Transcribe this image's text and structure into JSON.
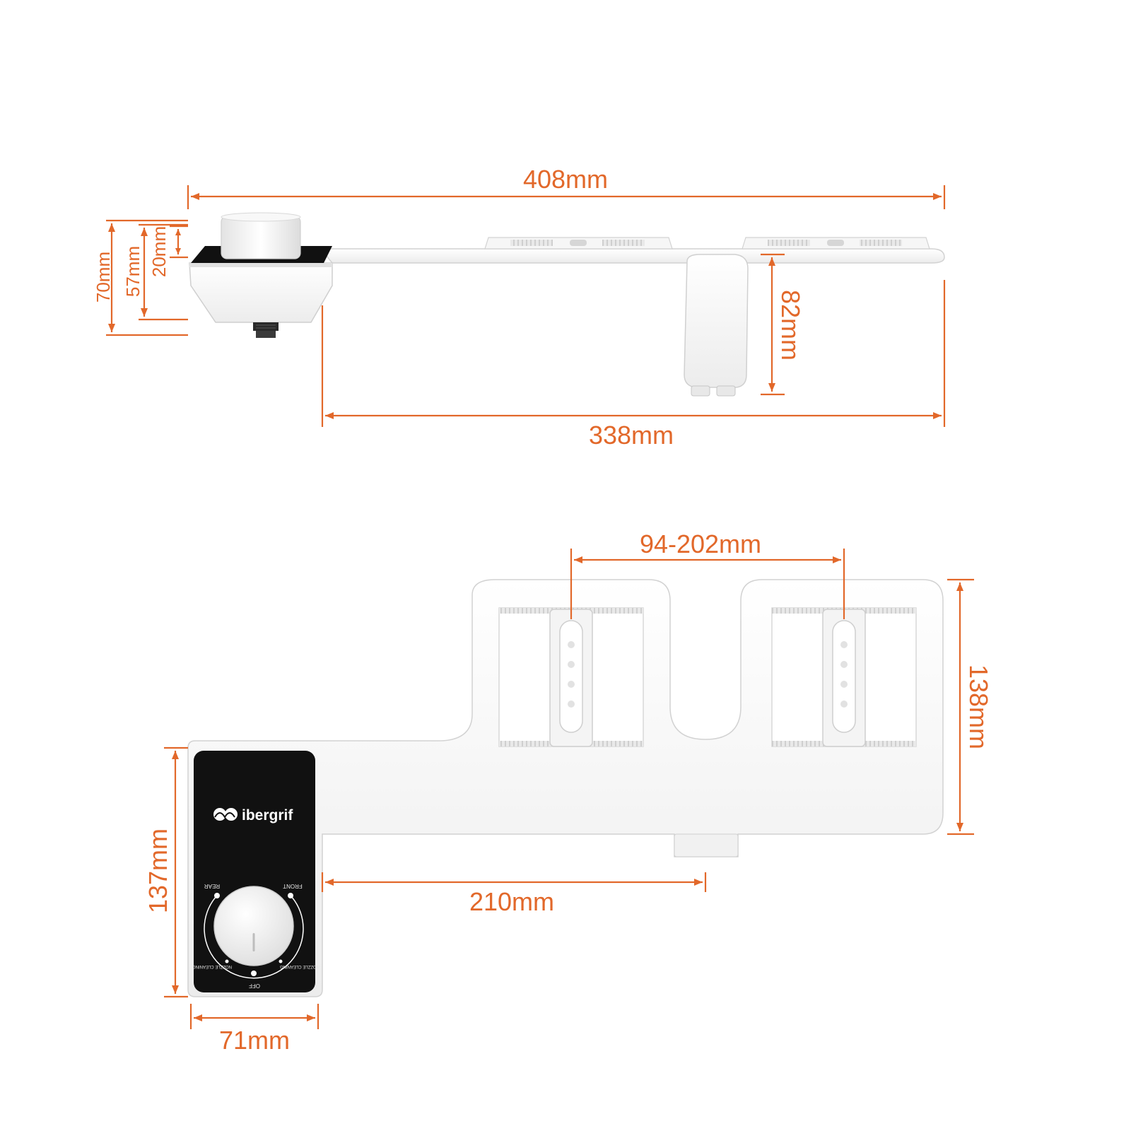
{
  "colors": {
    "dimension": "#e2682a",
    "body_fill": "#ffffff",
    "body_stroke": "#d2d2d2",
    "panel": "#111111",
    "knob": "#eeeeee",
    "background": "#ffffff"
  },
  "dimensions": {
    "total_length": "408mm",
    "mount_length": "338mm",
    "bracket_height": "82mm",
    "overall_height": "70mm",
    "body_height": "57mm",
    "knob_height": "20mm",
    "bracket_spacing": "94-202mm",
    "mount_depth": "138mm",
    "nozzle_offset": "210mm",
    "panel_length": "137mm",
    "panel_width": "71mm"
  },
  "control_panel": {
    "brand": "ibergrif",
    "brand_icon": "ibergrif-logo-icon",
    "dial_labels": {
      "rear": "REAR",
      "front": "FRONT",
      "off": "OFF",
      "nozzle_cleaning_left": "NOZZLE CLEANING",
      "nozzle_cleaning_right": "NOZZLE CLEANING"
    }
  },
  "icons": {
    "knob": "dial-knob-icon",
    "hose_connector": "hose-connector-icon"
  }
}
